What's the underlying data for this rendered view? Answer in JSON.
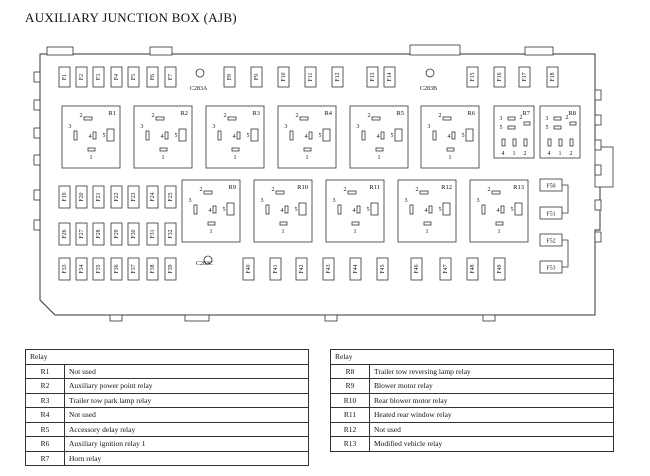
{
  "title": "AUXILIARY JUNCTION BOX (AJB)",
  "connectors": [
    "C283A",
    "C283B",
    "C283C"
  ],
  "fuses": {
    "top_row": [
      "F1",
      "F2",
      "F3",
      "F4",
      "F5",
      "F6",
      "F7",
      "F8",
      "F9",
      "F10",
      "F11",
      "F12",
      "F13",
      "F14",
      "F15",
      "F16",
      "F17",
      "F18"
    ],
    "left_upper": [
      "F19",
      "F20",
      "F21",
      "F22",
      "F23",
      "F24",
      "F25"
    ],
    "left_lower": [
      "F26",
      "F27",
      "F28",
      "F29",
      "F30",
      "F31",
      "F32"
    ],
    "bottom_row": [
      "F33",
      "F34",
      "F35",
      "F36",
      "F37",
      "F38",
      "F39",
      "F40",
      "F41",
      "F42",
      "F43",
      "F44",
      "F45",
      "F46",
      "F47",
      "F48",
      "F49"
    ],
    "right_side": [
      "F50",
      "F51",
      "F52",
      "F53"
    ]
  },
  "relays": {
    "large": [
      "R1",
      "R2",
      "R3",
      "R4",
      "R5",
      "R6",
      "R9",
      "R10",
      "R11",
      "R12",
      "R13"
    ],
    "small": [
      "R7",
      "R8"
    ],
    "pins": [
      "1",
      "2",
      "3",
      "4",
      "5"
    ]
  },
  "relay_table_left": {
    "header": "Relay",
    "rows": [
      [
        "R1",
        "Not used"
      ],
      [
        "R2",
        "Auxiliary power point relay"
      ],
      [
        "R3",
        "Trailer tow park lamp relay"
      ],
      [
        "R4",
        "Not used"
      ],
      [
        "R5",
        "Accessory delay relay"
      ],
      [
        "R6",
        "Auxiliary ignition relay 1"
      ],
      [
        "R7",
        "Horn relay"
      ]
    ]
  },
  "relay_table_right": {
    "header": "Relay",
    "rows": [
      [
        "R8",
        "Trailer tow reversing lamp relay"
      ],
      [
        "R9",
        "Blower motor relay"
      ],
      [
        "R10",
        "Rear blower motor relay"
      ],
      [
        "R11",
        "Heated rear window relay"
      ],
      [
        "R12",
        "Not used"
      ],
      [
        "R13",
        "Modified vehicle relay"
      ]
    ]
  }
}
